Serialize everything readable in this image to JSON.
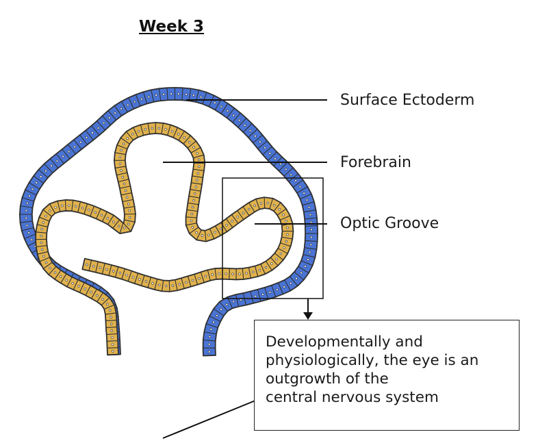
{
  "title": "Week 3",
  "labels": {
    "surface_ectoderm": "Surface Ectoderm",
    "forebrain": "Forebrain",
    "optic_groove": "Optic Groove"
  },
  "note": {
    "lines": [
      "Developmentally and",
      "physiologically, the eye is an",
      "outgrowth of the",
      "central nervous system"
    ]
  },
  "colors": {
    "ectoderm": "#4a74d4",
    "neural": "#e0b24e",
    "outline": "#2f2f2f"
  }
}
